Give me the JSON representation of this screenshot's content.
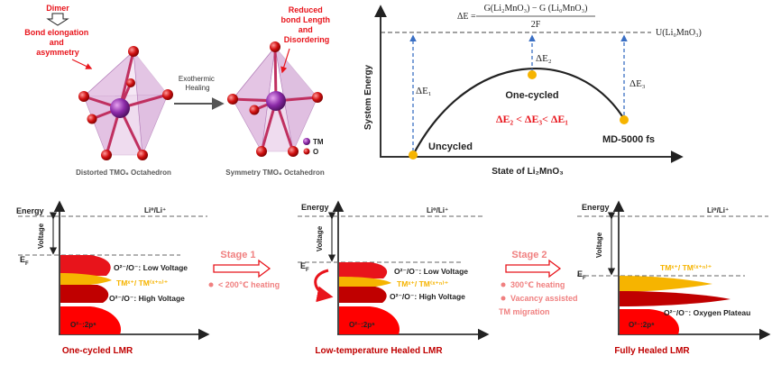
{
  "colors": {
    "red": "#e8141b",
    "dark_red": "#c00000",
    "bright_red": "#ff0000",
    "yellow": "#f6b400",
    "salmon": "#f08080",
    "blue_dash": "#3a6fc4",
    "purple": "#7b2a9c",
    "octa_fill": "#d6a7d6",
    "gray_text": "#595959"
  },
  "top_left": {
    "dimer_label": "Dimer",
    "bond_label": "Bond elongation and asymmetry",
    "reduced_label": "Reduced bond Length and Disordering",
    "arrow_label": "Exothermic Healing",
    "legend_tm": "TM",
    "legend_o": "O",
    "caption_left": "Distorted TMO₆ Octahedron",
    "caption_right": "Symmetry TMO₆ Octahedron"
  },
  "energy_plot": {
    "formula_lhs": "ΔE =",
    "formula_num": "G(Li₂MnO₃) − G (Li₀MnO₃)",
    "formula_den": "2F",
    "level_label": "U(Li₀MnO₃)",
    "ylabel": "System Energy",
    "xlabel": "State of Li₂MnO₃",
    "de1": "ΔE₁",
    "de2": "ΔE₂",
    "de3": "ΔE₃",
    "uncycled": "Uncycled",
    "one_cycled": "One-cycled",
    "md": "MD-5000 fs",
    "inequality": "ΔE₂ < ΔE₃< ΔE₁"
  },
  "common": {
    "energy": "Energy",
    "voltage": "Voltage",
    "ef": "EF",
    "li_level": "Li⁰/Li⁺",
    "o2p": "O²⁻:2p⁶"
  },
  "panel1": {
    "low_voltage": "O²⁻/O⁻: Low Voltage",
    "tm": "TMˣ⁺/ TM⁽ˣ⁺ⁿ⁾⁺",
    "high_voltage": "O²⁻/O⁻: High Voltage",
    "caption": "One-cycled LMR"
  },
  "stage1": {
    "title": "Stage 1",
    "note": "< 200℃ heating"
  },
  "panel2": {
    "low_voltage": "O²⁻/O⁻: Low Voltage",
    "tm": "TMˣ⁺/ TM⁽ˣ⁺ⁿ⁾⁺",
    "high_voltage": "O²⁻/O⁻: High Voltage",
    "caption": "Low-temperature Healed LMR"
  },
  "stage2": {
    "title": "Stage 2",
    "note1": "300℃ heating",
    "note2": "Vacancy assisted",
    "note3": "TM migration"
  },
  "panel3": {
    "tm": "TMˣ⁺/ TM⁽ˣ⁺ⁿ⁾⁺",
    "plateau": "O²⁻/O⁻: Oxygen Plateau",
    "caption": "Fully Healed LMR"
  }
}
